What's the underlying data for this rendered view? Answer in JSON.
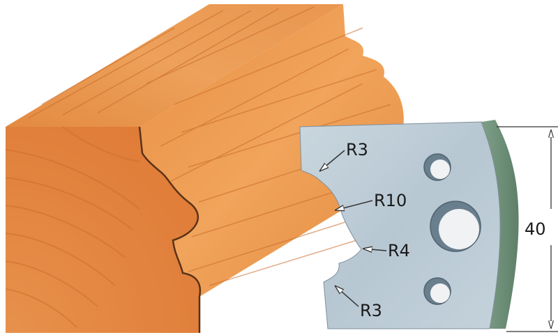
{
  "labels": {
    "radius_top": "R3",
    "radius_mid": "R10",
    "radius_low": "R4",
    "radius_bottom": "R3",
    "height": "40"
  },
  "colors": {
    "wood_face": "#e0813e",
    "wood_top": "#e89a4c",
    "wood_light": "#f0ac5c",
    "blade": "#bdccd6",
    "blade_edge": "#6d8f77",
    "line": "#2b2b2b"
  }
}
